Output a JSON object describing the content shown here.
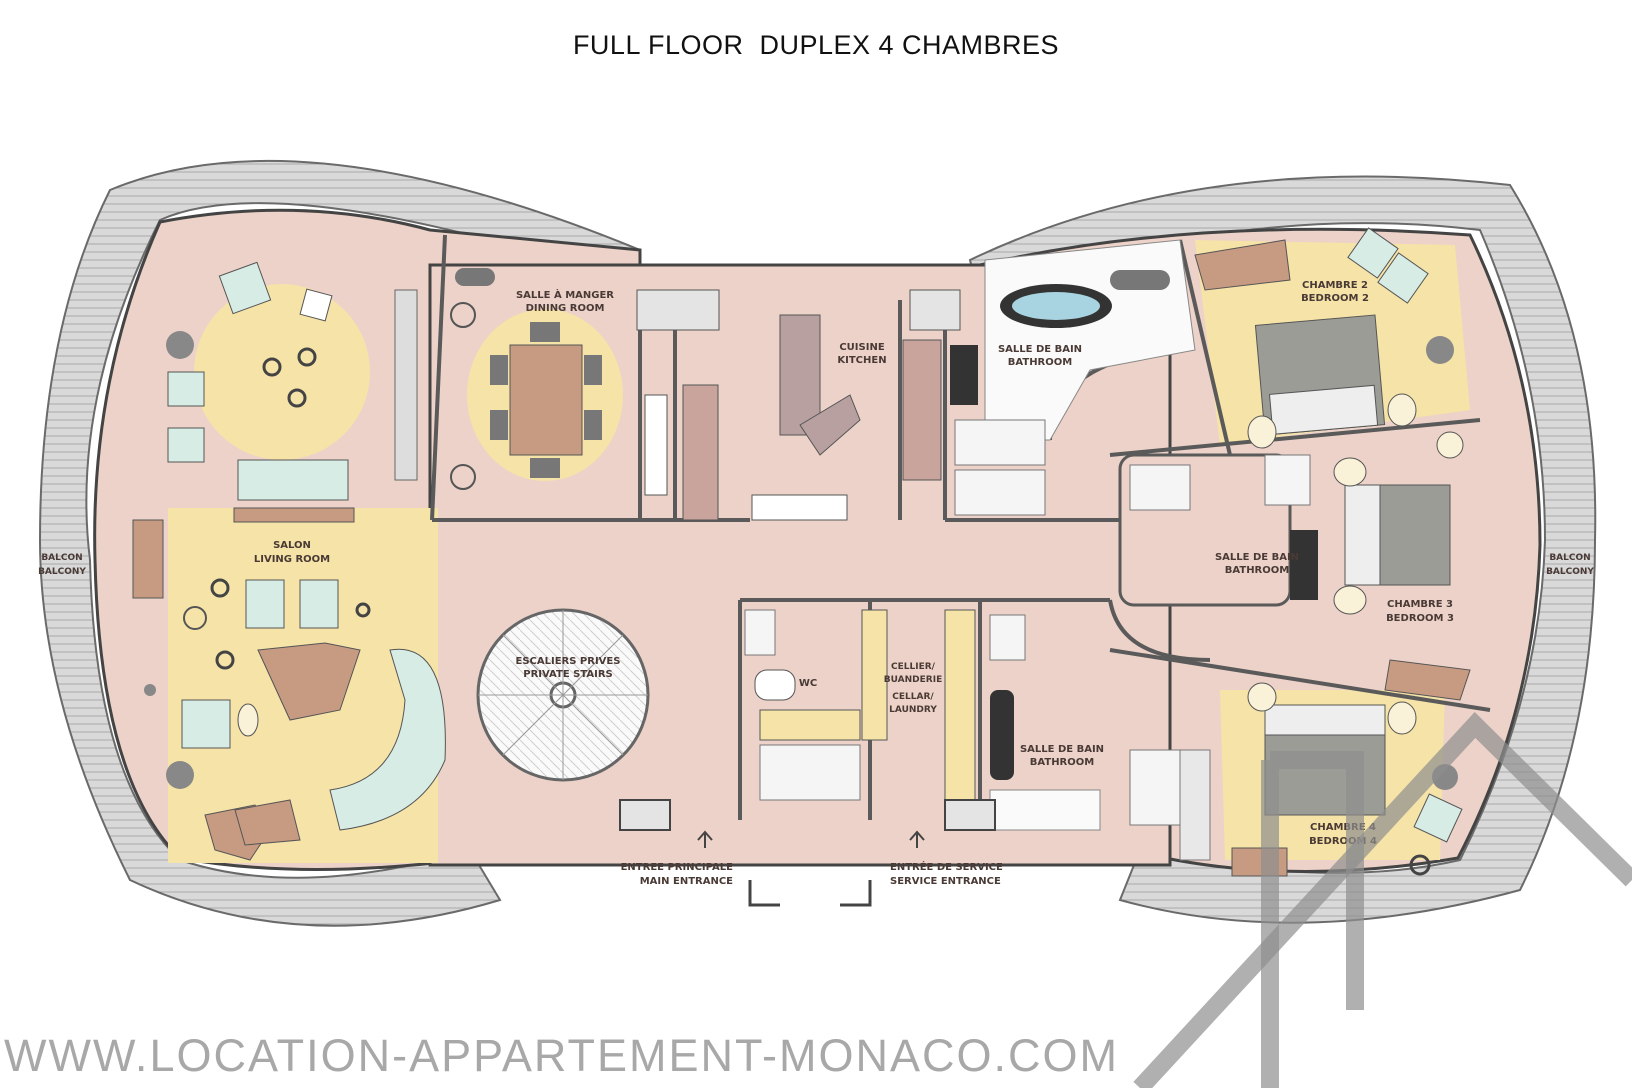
{
  "title": "FULL FLOOR  DUPLEX 4 CHAMBRES",
  "watermark": "WWW.LOCATION-APPARTEMENT-MONACO.COM",
  "colors": {
    "floor": "#ecd2c8",
    "rug": "#f6e3a8",
    "wall": "#5a5a5a",
    "balcony": "#cfcfcf",
    "sofa": "#d6ece4",
    "wood": "#c79a82",
    "bed": "#9c9c96"
  },
  "rooms": {
    "dining": [
      "SALLE À MANGER",
      "DINING ROOM"
    ],
    "kitchen": [
      "CUISINE",
      "KITCHEN"
    ],
    "bath1": [
      "SALLE DE BAIN",
      "BATHROOM"
    ],
    "bedroom2": [
      "CHAMBRE 2",
      "BEDROOM 2"
    ],
    "balcony_left": [
      "BALCON",
      "BALCONY"
    ],
    "balcony_right": [
      "BALCON",
      "BALCONY"
    ],
    "living": [
      "SALON",
      "LIVING ROOM"
    ],
    "bath2": [
      "SALLE DE BAIN",
      "BATHROOM"
    ],
    "bedroom3": [
      "CHAMBRE 3",
      "BEDROOM 3"
    ],
    "stairs": [
      "ESCALIERS PRIVES",
      "PRIVATE STAIRS"
    ],
    "wc": [
      "WC"
    ],
    "cellar": [
      "CELLIER/",
      "BUANDERIE",
      "CELLAR/",
      "LAUNDRY"
    ],
    "bath3": [
      "SALLE DE BAIN",
      "BATHROOM"
    ],
    "bedroom4": [
      "CHAMBRE 4",
      "BEDROOM 4"
    ],
    "main_entrance": [
      "ENTREE PRINCIPALE",
      "MAIN ENTRANCE"
    ],
    "service_entrance": [
      "ENTRÉE DE SERVICE",
      "SERVICE ENTRANCE"
    ]
  }
}
